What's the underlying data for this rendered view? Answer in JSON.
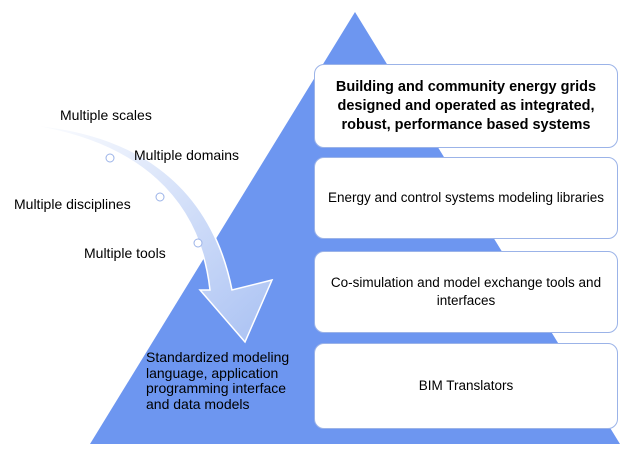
{
  "colors": {
    "pyramid": "#6d96f0",
    "arrow_start": "#ffffff",
    "arrow_end": "#a9c1f3",
    "box_border": "#9bb3e8",
    "dot": "#ffffff"
  },
  "arrow_labels": [
    "Multiple scales",
    "Multiple domains",
    "Multiple disciplines",
    "Multiple tools"
  ],
  "base_label": "Standardized modeling language, application programming interface and data models",
  "boxes": [
    "Building and community energy grids designed and operated as integrated, robust, performance based systems",
    "Energy and control systems modeling libraries",
    "Co-simulation and model exchange tools and interfaces",
    "BIM Translators"
  ]
}
